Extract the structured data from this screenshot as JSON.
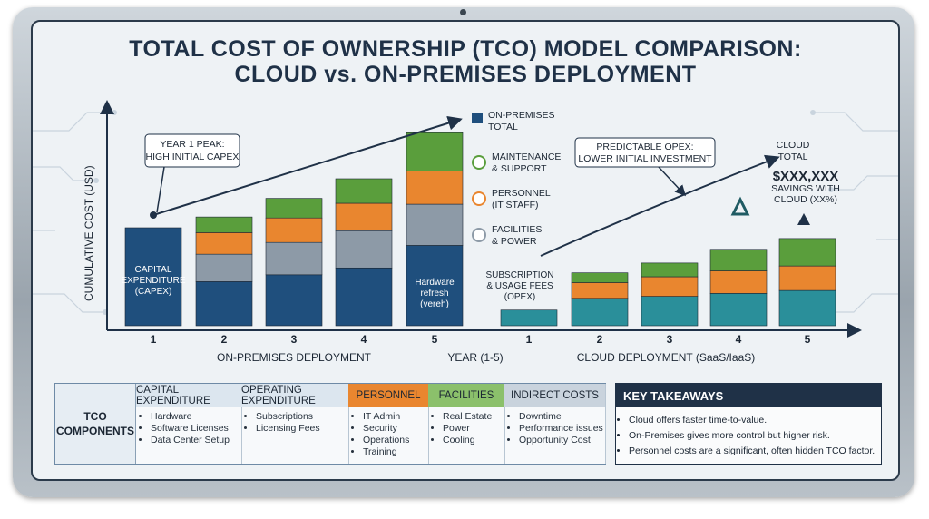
{
  "title": {
    "line1": "TOTAL COST OF OWNERSHIP (TCO) MODEL COMPARISON:",
    "line2": "CLOUD vs. ON-PREMISES DEPLOYMENT"
  },
  "colors": {
    "capex": "#1f4f7d",
    "gray": "#8d9aa7",
    "orange": "#e9862f",
    "green": "#5a9e3c",
    "teal": "#2a8f9a",
    "navy": "#1f3147"
  },
  "chart_data": {
    "type": "bar",
    "ylabel": "CUMULATIVE COST (USD)",
    "xlabel": "YEAR (1-5)",
    "group_labels": [
      "ON-PREMISES DEPLOYMENT",
      "CLOUD DEPLOYMENT (SaaS/IaaS)"
    ],
    "categories": [
      "1",
      "2",
      "3",
      "4",
      "5"
    ],
    "on_premises": [
      {
        "year": "1",
        "segments": {
          "capex": 100,
          "gray": 0,
          "orange": 0,
          "green": 0
        }
      },
      {
        "year": "2",
        "segments": {
          "capex": 45,
          "gray": 28,
          "orange": 22,
          "green": 16
        }
      },
      {
        "year": "3",
        "segments": {
          "capex": 52,
          "gray": 33,
          "orange": 25,
          "green": 20
        }
      },
      {
        "year": "4",
        "segments": {
          "capex": 59,
          "gray": 38,
          "orange": 28,
          "green": 25
        }
      },
      {
        "year": "5",
        "segments": {
          "capex": 82,
          "gray": 42,
          "orange": 34,
          "green": 39
        }
      }
    ],
    "cloud": [
      {
        "year": "1",
        "segments": {
          "teal": 16,
          "orange": 0,
          "green": 0
        }
      },
      {
        "year": "2",
        "segments": {
          "teal": 28,
          "orange": 16,
          "green": 10
        }
      },
      {
        "year": "3",
        "segments": {
          "teal": 30,
          "orange": 20,
          "green": 14
        }
      },
      {
        "year": "4",
        "segments": {
          "teal": 33,
          "orange": 23,
          "green": 22
        }
      },
      {
        "year": "5",
        "segments": {
          "teal": 36,
          "orange": 25,
          "green": 28
        }
      }
    ],
    "bar_labels": {
      "capex": "CAPITAL EXPENDITURE (CAPEX)",
      "refresh": "Hardware refresh (vereh)",
      "opex": "SUBSCRIPTION & USAGE FEES (OPEX)"
    },
    "annotations": {
      "year1_peak": [
        "YEAR 1 PEAK:",
        "HIGH INITIAL CAPEX"
      ],
      "predictable": [
        "PREDICTABLE OPEX:",
        "LOWER INITIAL INVESTMENT"
      ],
      "onprem_total": [
        "ON-PREMISES",
        "TOTAL"
      ],
      "cloud_total": [
        "CLOUD",
        "TOTAL"
      ],
      "savings_value": "$XXX,XXX",
      "savings_text": [
        "SAVINGS WITH",
        "CLOUD (XX%)"
      ]
    },
    "legend": [
      {
        "icon": "gear-icon",
        "lines": [
          "MAINTENANCE",
          "& SUPPORT"
        ]
      },
      {
        "icon": "person-icon",
        "lines": [
          "PERSONNEL",
          "(IT STAFF)"
        ]
      },
      {
        "icon": "building-icon",
        "lines": [
          "FACILITIES",
          "& POWER"
        ]
      }
    ]
  },
  "tco_table": {
    "heading_lines": [
      "TCO",
      "COMPONENTS"
    ],
    "columns": [
      {
        "header": "CAPITAL EXPENDITURE",
        "bg": "#dce6ef",
        "items": [
          "Hardware",
          "Software Licenses",
          "Data Center Setup"
        ]
      },
      {
        "header": "OPERATING EXPENDITURE",
        "bg": "#dce6ef",
        "items": [
          "Subscriptions",
          "Licensing Fees"
        ]
      },
      {
        "header": "PERSONNEL",
        "bg": "#e9862f",
        "items": [
          "IT Admin",
          "Security",
          "Operations",
          "Training"
        ]
      },
      {
        "header": "FACILITIES",
        "bg": "#8bc06b",
        "items": [
          "Real Estate",
          "Power",
          "Cooling"
        ]
      },
      {
        "header": "INDIRECT COSTS",
        "bg": "#c9d3dd",
        "items": [
          "Downtime",
          "Performance issues",
          "Opportunity Cost"
        ]
      }
    ]
  },
  "key_takeaways": {
    "header": "KEY TAKEAWAYS",
    "items": [
      "Cloud offers faster time-to-value.",
      "On-Premises gives more control but higher risk.",
      "Personnel costs are a significant, often hidden TCO factor."
    ]
  }
}
